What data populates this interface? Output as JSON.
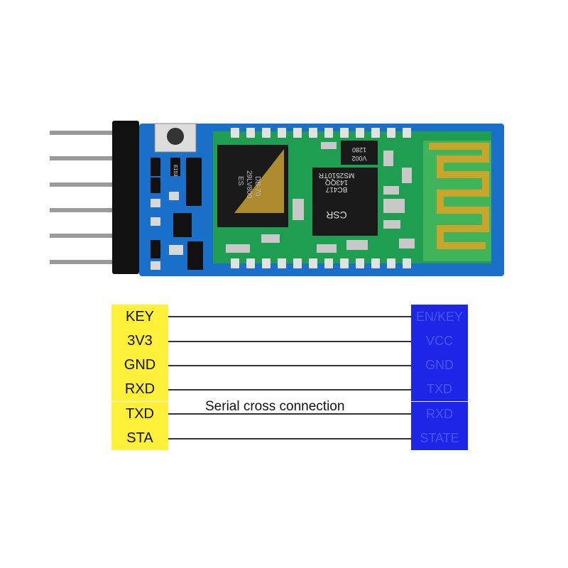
{
  "module": {
    "chip_lines": [
      "CSR",
      "BC417",
      "143QQ",
      "MS2510TR"
    ],
    "flash_lines": [
      "ES",
      "29LV800",
      "DB-70"
    ],
    "small_chip": [
      "1280",
      "V002"
    ],
    "component_label": "E103"
  },
  "pins": {
    "left": [
      "KEY",
      "3V3",
      "GND",
      "RXD",
      "TXD",
      "STA"
    ],
    "right": [
      "EN/KEY",
      "VCC",
      "GND",
      "TXD",
      "RXD",
      "STATE"
    ]
  },
  "caption": "Serial cross connection",
  "colors": {
    "left_bg": "#fff03a",
    "right_bg": "#1d26e6",
    "pcb_blue": "#1a6fc9",
    "pcb_green": "#1f9d50"
  }
}
